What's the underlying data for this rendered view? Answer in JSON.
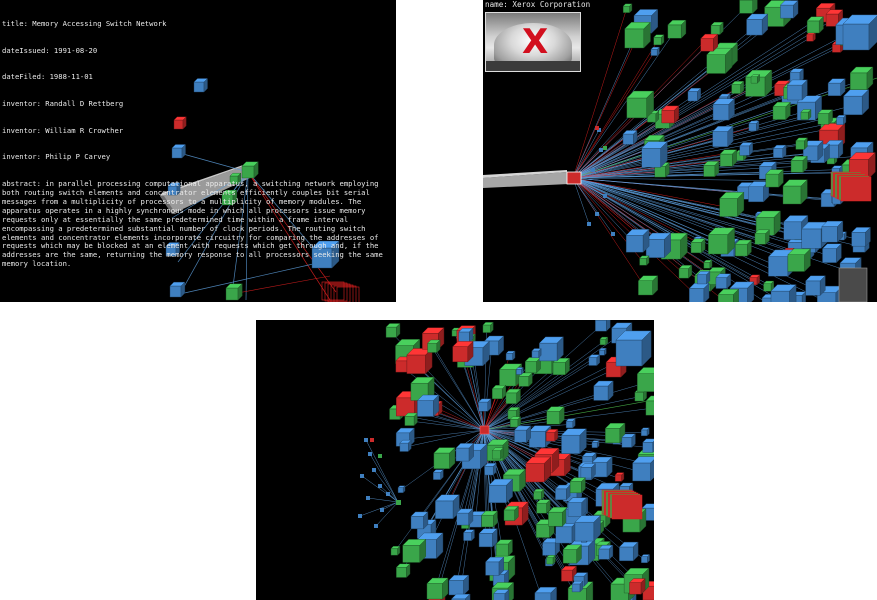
{
  "panels": {
    "patent": {
      "title": "title: Memory Accessing Switch Network",
      "date_issued": "dateIssued: 1991-08-20",
      "date_filed": "dateFiled: 1988-11-01",
      "inventors": [
        "inventor: Randall D Rettberg",
        "inventor: William R Crowther",
        "inventor: Philip P Carvey"
      ],
      "abstract": "abstract: in parallel processing computational apparatus, a switching network employing both routing switch elements and concentrator elements efficiently couples bit serial messages from a multiplicity of processors to a multiplicity of memory modules. The apparatus operates in a highly synchronous mode in which all processors issue memory requests only at essentially the same predetermined time within a frame interval encompassing a predetermined substantial number of clock periods. The routing switch elements and concentrator elements incorporate circuitry for comparing the addresses of requests which may be blocked at an element with requests which get through and, if the addresses are the same, returning the memory response to all processors seeking the same memory location."
    },
    "company": {
      "name": "name: Xerox Corporation",
      "logo_letter": "X"
    }
  },
  "colors": {
    "background": "#000000",
    "patent_cube": "#3f7fbf",
    "company_cube": "#3aa64a",
    "red_cube": "#cc2b2b",
    "citation_line": "#5b9ad6",
    "highlight_line": "#e02020",
    "outlier_line": "#4fc14f"
  },
  "icons": {
    "company_logo": "xerox-logo-image"
  }
}
